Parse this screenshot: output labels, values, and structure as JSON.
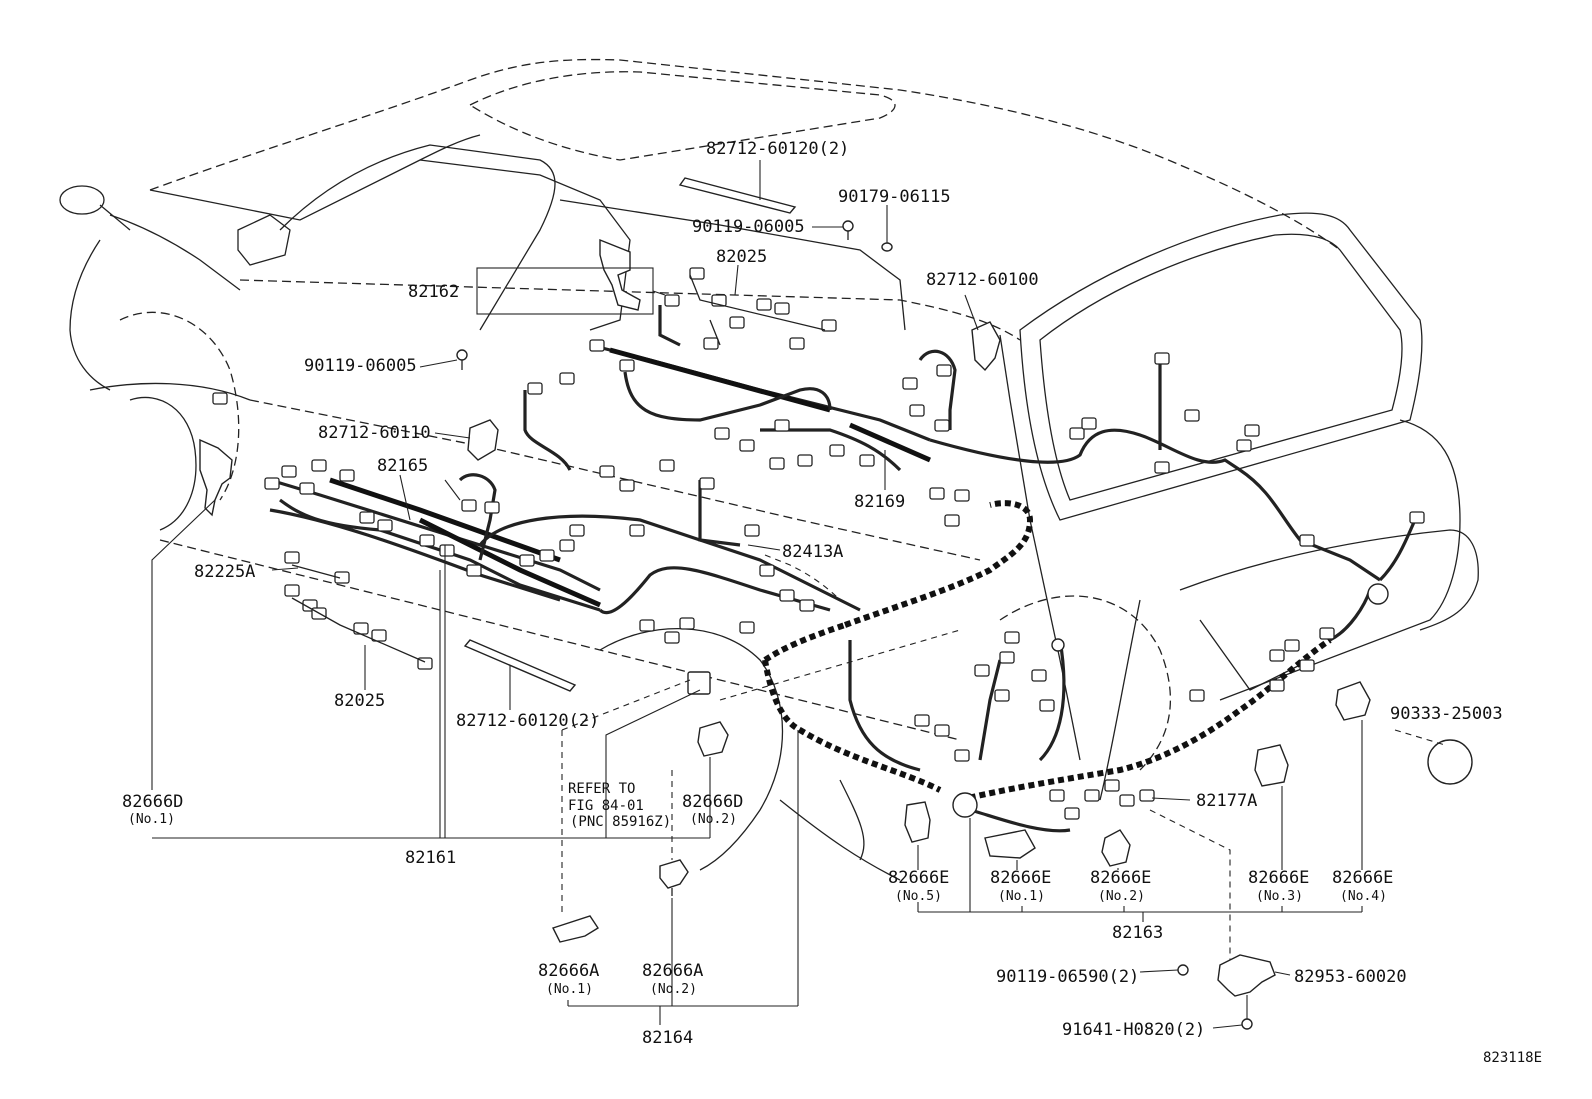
{
  "diagram": {
    "figure_code": "823118E",
    "labels": {
      "l_82712_60120_top": "82712-60120(2)",
      "l_90179_06115": "90179-06115",
      "l_90119_06005_a": "90119-06005",
      "l_82025_top": "82025",
      "l_82712_60100": "82712-60100",
      "l_82162": "82162",
      "l_90119_06005_b": "90119-06005",
      "l_82712_60110": "82712-60110",
      "l_82165": "82165",
      "l_82169": "82169",
      "l_82413A": "82413A",
      "l_82225A": "82225A",
      "l_82025_bottom": "82025",
      "l_82712_60120_bottom": "82712-60120(2)",
      "l_90333_25003": "90333-25003",
      "l_refer_1": "REFER TO",
      "l_refer_2": "FIG 84-01",
      "l_refer_3": "(PNC 85916Z)",
      "l_82666D_no1": "82666D",
      "l_82666D_no1_sub": "(No.1)",
      "l_82666D_no2": "82666D",
      "l_82666D_no2_sub": "(No.2)",
      "l_82161": "82161",
      "l_82177A": "82177A",
      "l_82666E_no5": "82666E",
      "l_82666E_no5_sub": "(No.5)",
      "l_82666E_no1": "82666E",
      "l_82666E_no1_sub": "(No.1)",
      "l_82666E_no2": "82666E",
      "l_82666E_no2_sub": "(No.2)",
      "l_82666E_no3": "82666E",
      "l_82666E_no3_sub": "(No.3)",
      "l_82666E_no4": "82666E",
      "l_82666E_no4_sub": "(No.4)",
      "l_82163": "82163",
      "l_82666A_no1": "82666A",
      "l_82666A_no1_sub": "(No.1)",
      "l_82666A_no2": "82666A",
      "l_82666A_no2_sub": "(No.2)",
      "l_82164": "82164",
      "l_90119_06590": "90119-06590(2)",
      "l_82953_60020": "82953-60020",
      "l_91641_H0820": "91641-H0820(2)"
    }
  }
}
